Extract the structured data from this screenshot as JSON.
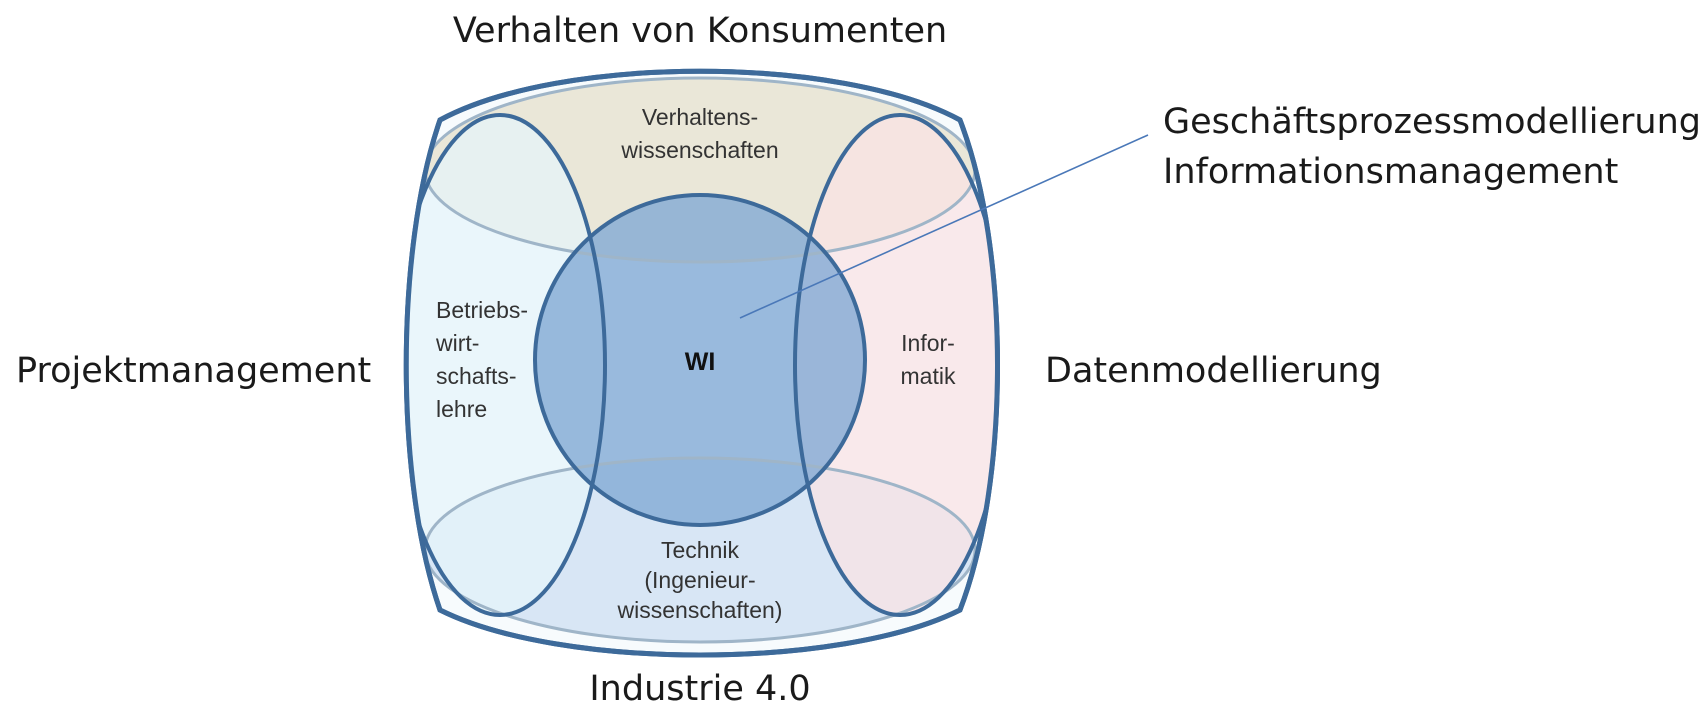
{
  "outer_labels": {
    "top": "Verhalten von Konsumenten",
    "left": "Projektmanagement",
    "right": "Datenmodellierung",
    "bottom": "Industrie 4.0",
    "callout": [
      "Geschäftsprozessmodellierung",
      "Informationsmanagement"
    ]
  },
  "areas": {
    "top": [
      "Verhaltens-",
      "wissenschaften"
    ],
    "left": [
      "Betriebs-",
      "wirt-",
      "schafts-",
      "lehre"
    ],
    "right": [
      "Infor-",
      "matik"
    ],
    "bottom": [
      "Technik",
      "(Ingenieur-",
      "wissenschaften)"
    ],
    "center": "WI"
  },
  "colors": {
    "outline": "#3d6a9a",
    "top_fill": "#e8e4d4",
    "left_fill": "#e6f4fa",
    "right_fill": "#f9e3e4",
    "bottom_fill": "#d6e5f4",
    "center_fill": "#7fa8d4",
    "callout_line": "#4a78b8"
  }
}
